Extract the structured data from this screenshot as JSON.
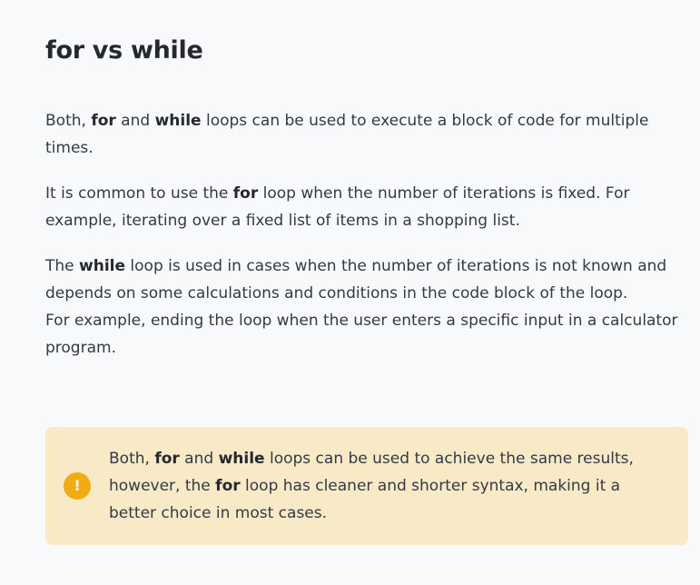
{
  "heading": "for vs while",
  "paragraphs": {
    "p1": {
      "t1": "Both, ",
      "b1": "for",
      "t2": " and ",
      "b2": "while",
      "t3": " loops can be used to execute a block of code for multiple times."
    },
    "p2": {
      "t1": "It is common to use the ",
      "b1": "for",
      "t2": " loop when the number of iterations is fixed. For example, iterating over a fixed list of items in a shopping list."
    },
    "p3": {
      "t1": "The ",
      "b1": "while",
      "t2": " loop is used in cases when the number of iterations is not known and depends on some calculations and conditions in the code block of the loop.",
      "t3": "For example, ending the loop when the user enters a specific input in a calculator program."
    }
  },
  "callout": {
    "icon": "!",
    "icon_name": "exclamation-icon",
    "icon_color": "#f0ac12",
    "background_color": "#f8e9c7",
    "t1": "Both, ",
    "b1": "for",
    "t2": " and ",
    "b2": "while",
    "t3": " loops can be used to achieve the same results, however, the ",
    "b3": "for",
    "t4": " loop has cleaner and shorter syntax, making it a better choice in most cases."
  }
}
